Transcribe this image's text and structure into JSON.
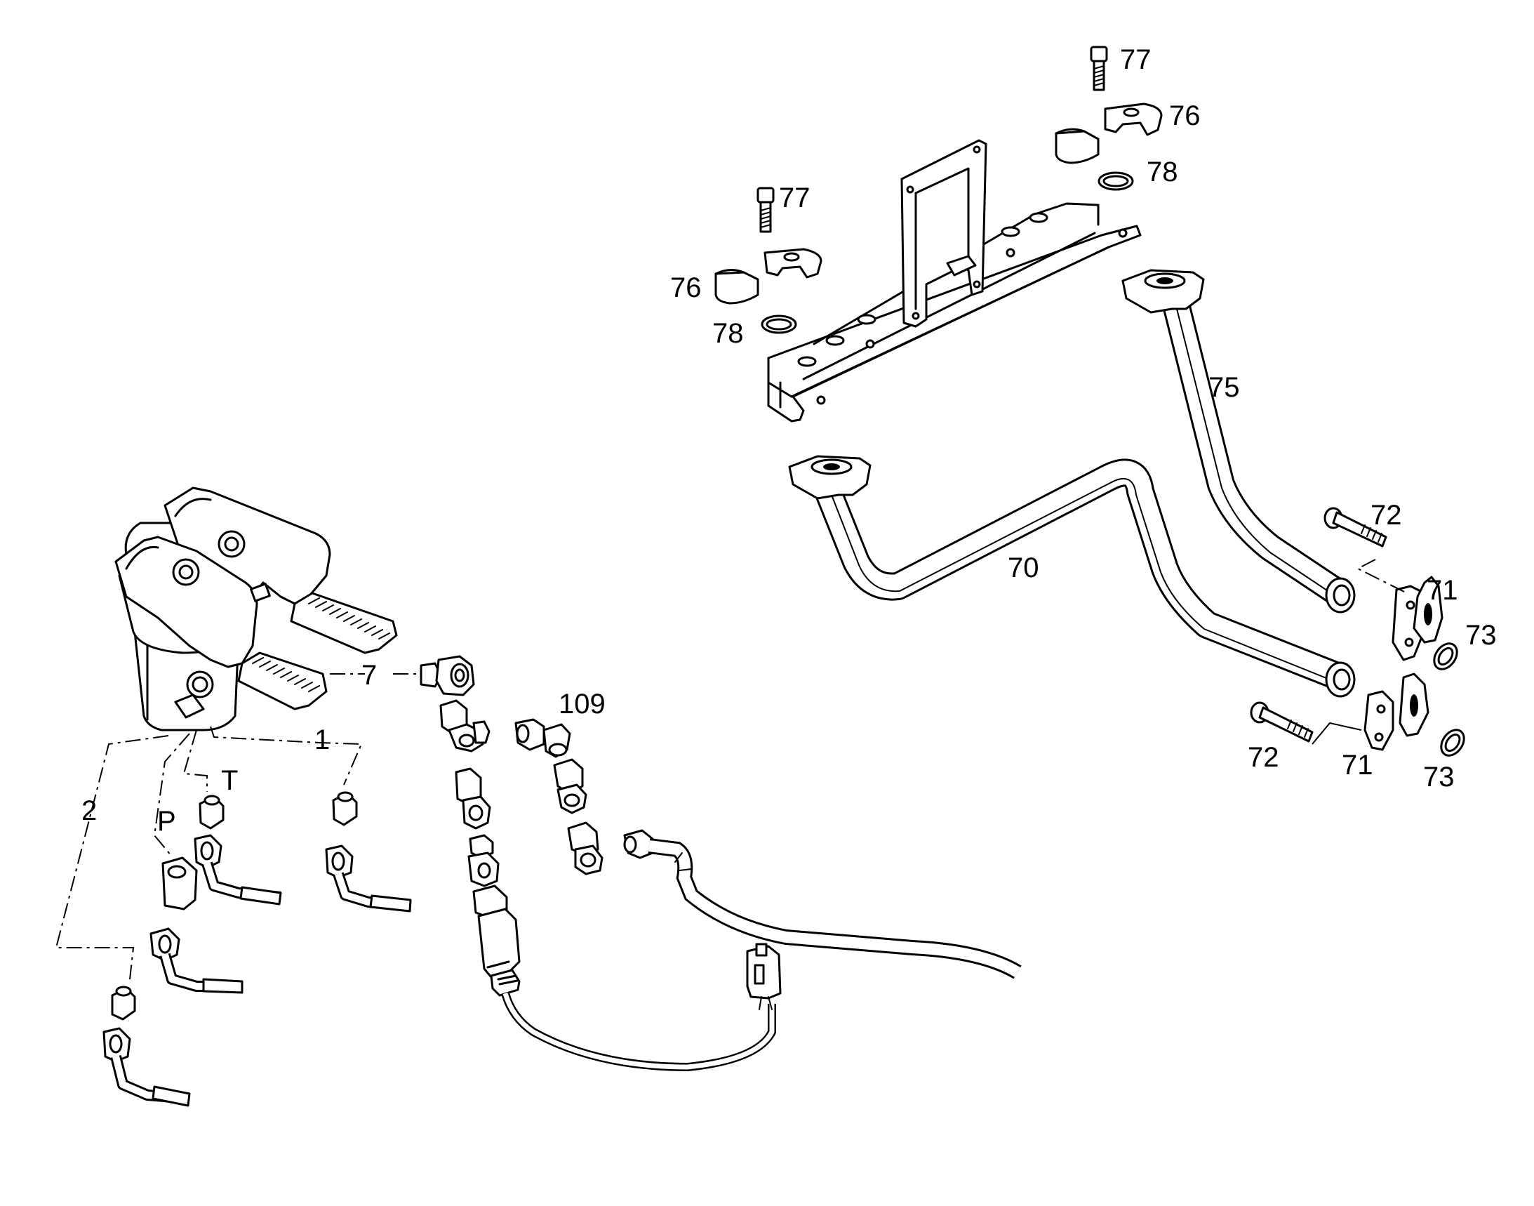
{
  "labels": {
    "l1": "1",
    "l2": "2",
    "lP": "P",
    "lT": "T",
    "l7": "7",
    "l109": "109",
    "l70": "70",
    "l71a": "71",
    "l71b": "71",
    "l72a": "72",
    "l72b": "72",
    "l73a": "73",
    "l73b": "73",
    "l75": "75",
    "l76a": "76",
    "l76b": "76",
    "l77a": "77",
    "l77b": "77",
    "l78a": "78",
    "l78b": "78"
  }
}
